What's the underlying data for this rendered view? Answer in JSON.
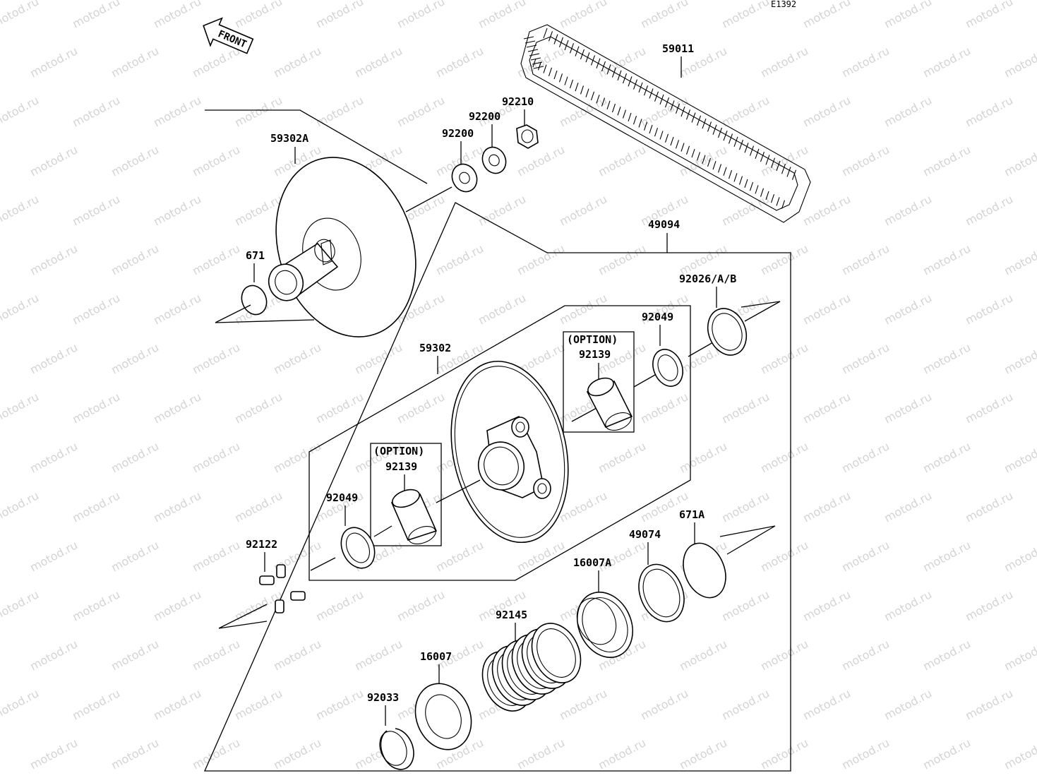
{
  "diagram": {
    "code": "E1392",
    "front_label": "FRONT",
    "watermark_text": "motod.ru",
    "parts": {
      "belt": "59011",
      "nut": "92210",
      "washer_upper": "92200",
      "washer_lower": "92200",
      "fixed_sheave": "59302A",
      "assembly": "49094",
      "oring_shaft": "671",
      "shim": "92026/A/B",
      "seal_upper": "92049",
      "option_upper": "(OPTION)",
      "bushing_upper": "92139",
      "movable_sheave": "59302",
      "option_lower": "(OPTION)",
      "bushing_lower": "92139",
      "seal_lower": "92049",
      "slider": "92122",
      "oring_large": "671A",
      "ring_49074": "49074",
      "cam": "16007A",
      "spring": "92145",
      "spring_seat": "16007",
      "circlip": "92033"
    }
  }
}
